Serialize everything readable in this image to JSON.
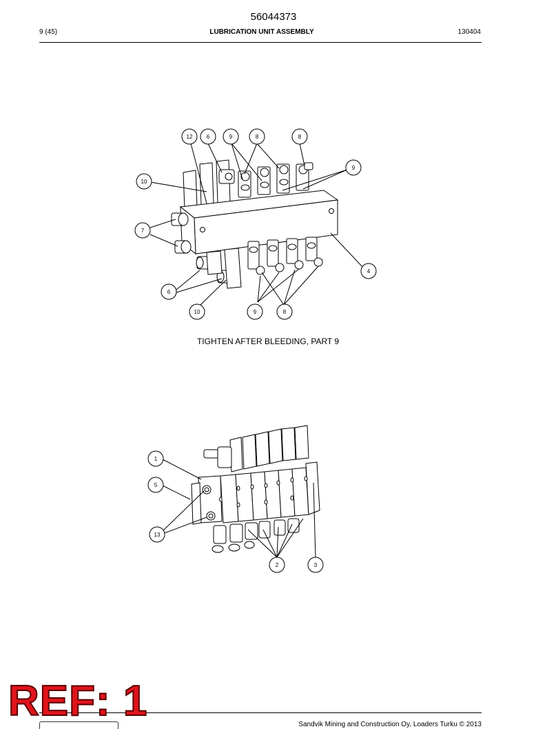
{
  "header": {
    "doc_number": "56044373",
    "page": "9 (45)",
    "title": "LUBRICATION UNIT ASSEMBLY",
    "revision": "130404"
  },
  "figure1": {
    "callouts": {
      "c12": "12",
      "c6a": "6",
      "c9a": "9",
      "c8a": "8",
      "c8b": "8",
      "c9b": "9",
      "c10a": "10",
      "c7": "7",
      "c4": "4",
      "c6b": "6",
      "c10b": "10",
      "c9c": "9",
      "c8c": "8"
    },
    "caption": "TIGHTEN AFTER BLEEDING, PART 9"
  },
  "figure2": {
    "callouts": {
      "c1": "1",
      "c5": "5",
      "c13": "13",
      "c2": "2",
      "c3": "3"
    }
  },
  "footer": {
    "stamp": "REF: 1",
    "copyright": "Sandvik Mining and Construction Oy, Loaders Turku © 2013"
  }
}
